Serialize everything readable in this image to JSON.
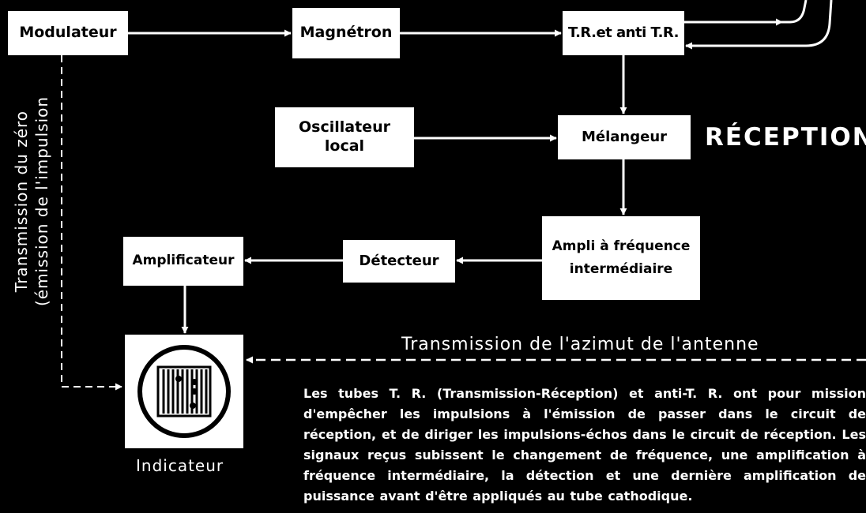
{
  "blocks": {
    "modulateur": "Modulateur",
    "magnetron": "Magnétron",
    "tr": "T.R.et anti T.R.",
    "oscillateur_line1": "Oscillateur",
    "oscillateur_line2": "local",
    "melangeur": "Mélangeur",
    "ampli_fi_line1": "Ampli à fréquence",
    "ampli_fi_line2": "intermédiaire",
    "detecteur": "Détecteur",
    "amplificateur": "Amplificateur"
  },
  "labels": {
    "reception": "RÉCEPTION",
    "azimut": "Transmission de l'azimut de l'antenne",
    "indicateur": "Indicateur",
    "zero_line1": "Transmission du zéro",
    "zero_line2": "(émission de l'impulsion"
  },
  "caption": "Les tubes T. R. (Transmission-Réception) et anti-T. R. ont pour mission d'empêcher les impulsions à l'émission de passer dans le circuit de réception, et de diriger les impulsions-échos dans le circuit de réception. Les signaux reçus subissent le changement de fréquence, une amplification à fréquence intermédiaire, la détection et une dernière amplification de puissance avant d'être appliqués au tube cathodique."
}
